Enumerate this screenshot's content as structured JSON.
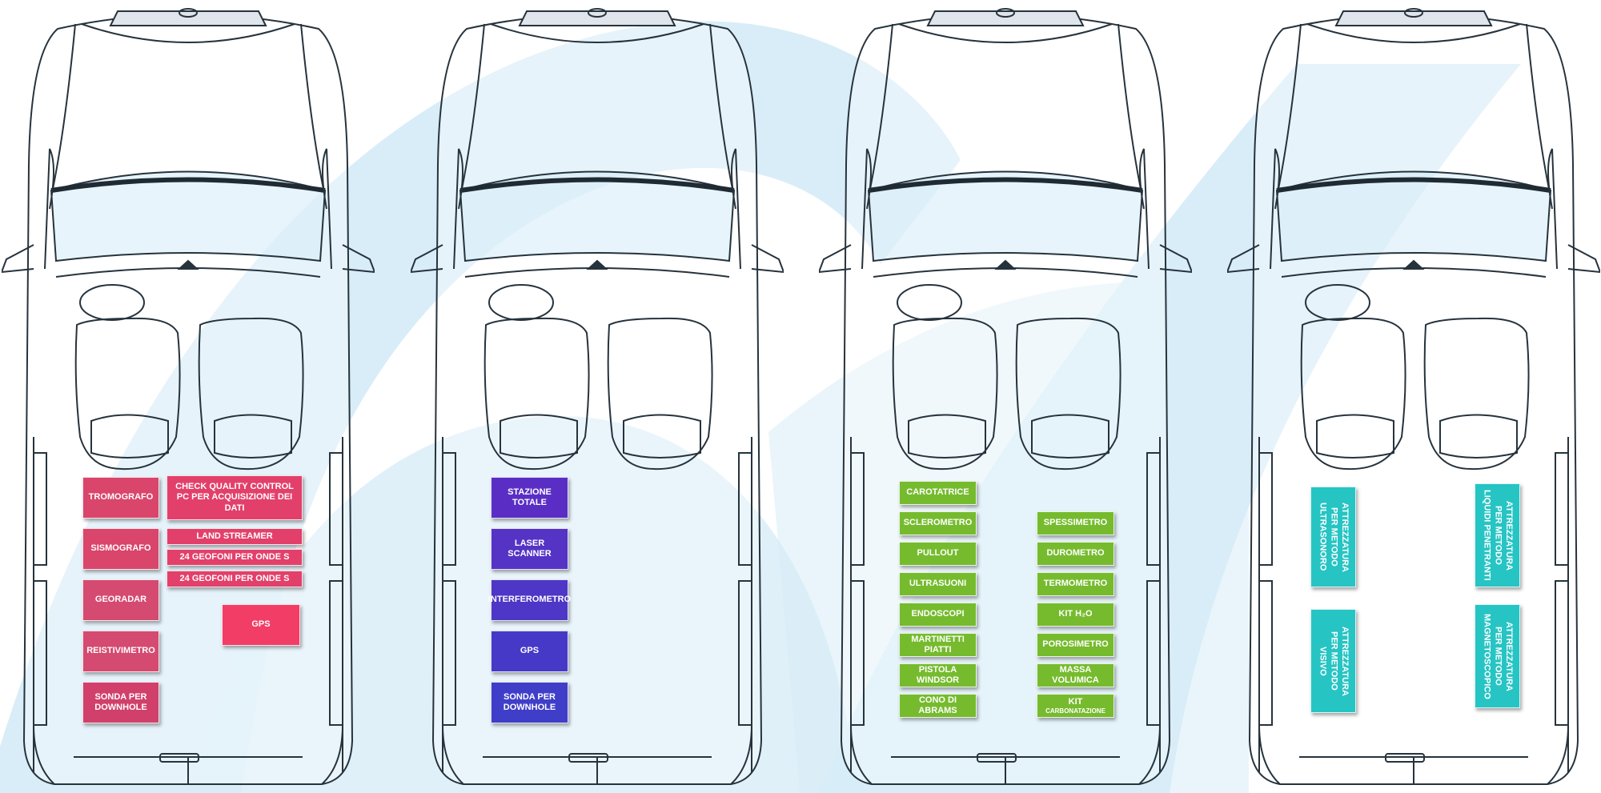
{
  "colors": {
    "pink": "#d9456b",
    "pink_bright": "#f23d66",
    "purple_top": "#5a2ec4",
    "purple_bottom": "#3f3ec8",
    "green": "#76bb2e",
    "teal": "#27c4c4",
    "background_shape": "#d7ecf8"
  },
  "vans": [
    {
      "items": [
        {
          "label": "TROMOGRAFO"
        },
        {
          "label": "CHECK QUALITY CONTROL\nPC PER ACQUISIZIONE DEI DATI"
        },
        {
          "label": "SISMOGRAFO"
        },
        {
          "label": "LAND STREAMER"
        },
        {
          "label": "24 GEOFONI PER ONDE S"
        },
        {
          "label": "24 GEOFONI PER ONDE S"
        },
        {
          "label": "GEORADAR"
        },
        {
          "label": "GPS"
        },
        {
          "label": "REISTIVIMETRO"
        },
        {
          "label": "SONDA PER\nDOWNHOLE"
        }
      ]
    },
    {
      "items": [
        {
          "label": "STAZIONE\nTOTALE"
        },
        {
          "label": "LASER SCANNER"
        },
        {
          "label": "INTERFEROMETRO"
        },
        {
          "label": "GPS"
        },
        {
          "label": "SONDA PER\nDOWNHOLE"
        }
      ]
    },
    {
      "items": [
        {
          "label": "CAROTATRICE"
        },
        {
          "label": "SCLEROMETRO"
        },
        {
          "label": "PULLOUT"
        },
        {
          "label": "ULTRASUONI"
        },
        {
          "label": "ENDOSCOPI"
        },
        {
          "label": "MARTINETTI\nPIATTI"
        },
        {
          "label": "PISTOLA\nWINDSOR"
        },
        {
          "label": "CONO DI\nABRAMS"
        },
        {
          "label": "SPESSIMETRO"
        },
        {
          "label": "DUROMETRO"
        },
        {
          "label": "TERMOMETRO"
        },
        {
          "label": "KIT H₂O"
        },
        {
          "label": "POROSIMETRO"
        },
        {
          "label": "MASSA\nVOLUMICA"
        },
        {
          "label_line1": "KIT",
          "label_line2": "CARBONATAZIONE"
        }
      ]
    },
    {
      "items": [
        {
          "label": "ATTREZZATURA\nPER METODO\nULTRASONORO"
        },
        {
          "label": "ATTREZZATURA\nPER METODO\nLIQUIDI PENETRANTI"
        },
        {
          "label": "ATTREZZATURA\nPER METODO\nVISIVO"
        },
        {
          "label": "ATTREZZATURA\nPER METODO\nMAGNETOSCOPICO"
        }
      ]
    }
  ]
}
